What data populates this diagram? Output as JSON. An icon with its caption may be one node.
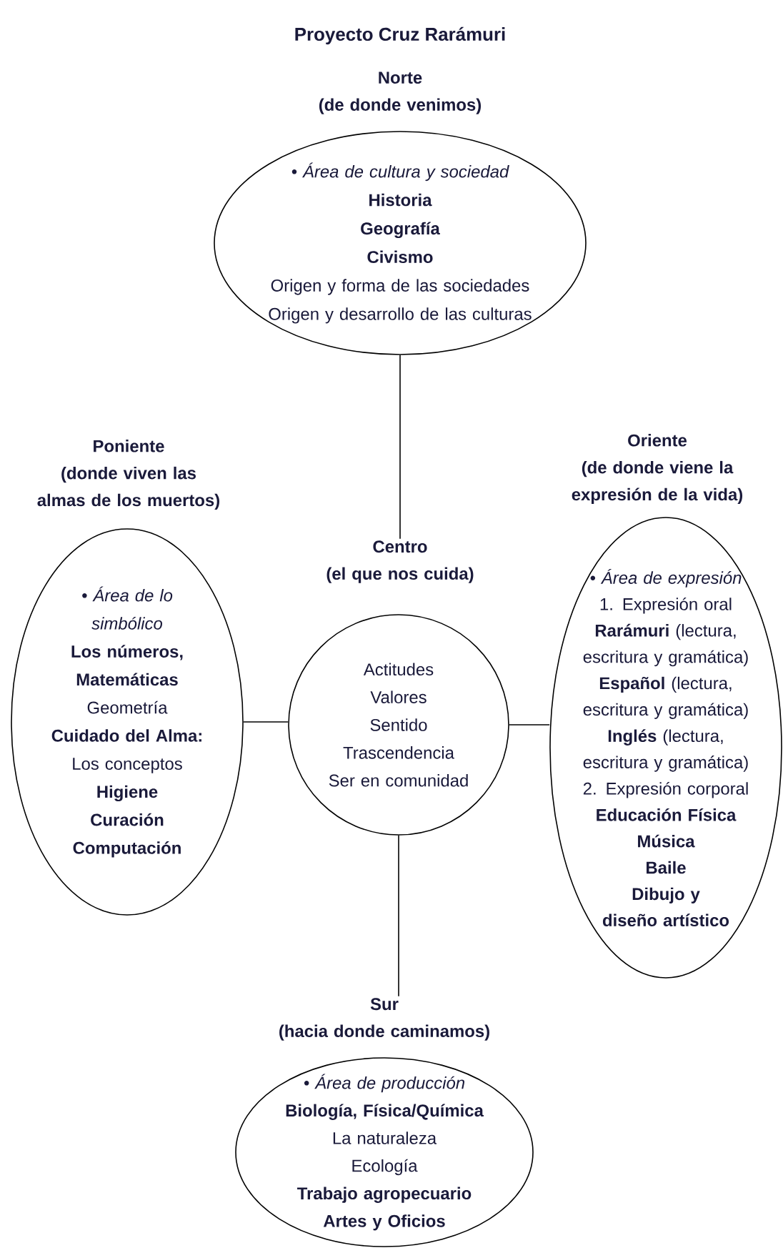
{
  "diagram": {
    "title": "Proyecto Cruz Rarámuri",
    "nodes": [
      {
        "text": [
          "Norte",
          "(de donde venimos)",
          "• Área de cultura y sociedad",
          "Historia",
          "Geografía",
          "Civismo",
          "Origen y forma de las sociedades",
          "Origen y desarrollo de las culturas"
        ]
      },
      {
        "text": [
          "Poniente",
          "(donde viven las almas de los muertos)",
          "• Área de lo simbólico",
          "Los números, Matemáticas",
          "Geometría",
          "Cuidado del Alma:",
          "Los conceptos",
          "Higiene",
          "Curación",
          "Computación"
        ]
      },
      {
        "text": [
          "Centro",
          "(el que nos cuida)",
          "Actitudes",
          "Valores",
          "Sentido",
          "Trascendencia",
          "Ser en comunidad"
        ]
      },
      {
        "text": [
          "Oriente",
          "(de donde viene la expresión de la vida)",
          "• Área de expresión",
          "1. Expresión oral",
          "**Rarámuri** (lectura, escritura y gramática)",
          "**Español** (lectura, escritura y gramática)",
          "**Inglés** (lectura, escritura y gramática)",
          "2. Expresión corporal",
          "Educación Física",
          "Música",
          "Baile",
          "Dibujo y diseño artístico"
        ]
      },
      {
        "text": [
          "Sur",
          "(hacia donde caminamos)",
          "• Área de producción",
          "Biología, Física/Química",
          "La naturaleza",
          "Ecología",
          "Trabajo agropecuario",
          "Artes y Oficios"
        ]
      }
    ],
    "edges": [
      {
        "from": 0,
        "to": 2,
        "arrow": "none"
      },
      {
        "from": 1,
        "to": 2,
        "arrow": "none"
      },
      {
        "from": 2,
        "to": 3,
        "arrow": "none"
      },
      {
        "from": 2,
        "to": 4,
        "arrow": "none"
      }
    ]
  }
}
